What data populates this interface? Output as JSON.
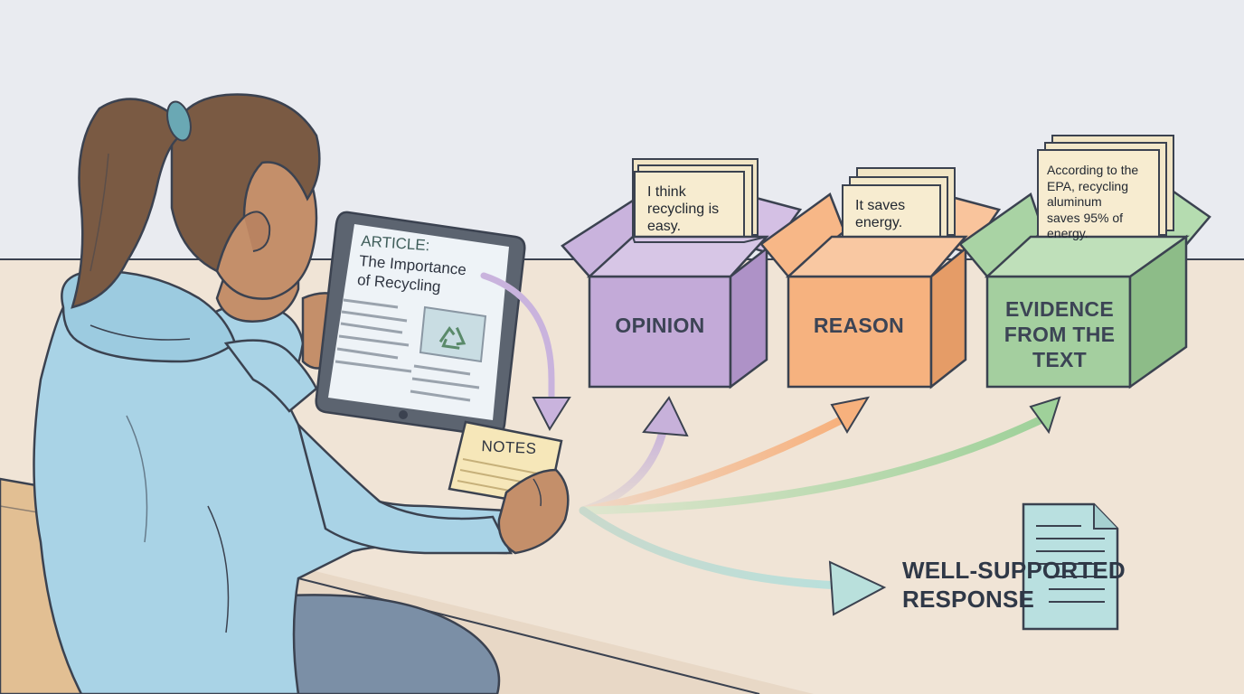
{
  "tablet": {
    "kicker": "ARTICLE:",
    "title_line_1": "The Importance",
    "title_line_2": "of Recycling",
    "image_icon": "recycle-icon"
  },
  "notes": {
    "label": "NOTES"
  },
  "boxes": [
    {
      "label_lines": [
        "OPINION"
      ],
      "card_lines": [
        "I think",
        "recycling is",
        "easy."
      ],
      "color": "#c9b3dd"
    },
    {
      "label_lines": [
        "REASON"
      ],
      "card_lines": [
        "It saves",
        "energy."
      ],
      "color": "#f7b787"
    },
    {
      "label_lines": [
        "EVIDENCE",
        "FROM THE",
        "TEXT"
      ],
      "card_lines": [
        "According to the",
        "EPA, recycling",
        "aluminum",
        "saves 95% of",
        "energy."
      ],
      "color": "#a9d3a4"
    }
  ],
  "response": {
    "label_lines": [
      "WELL-SUPPORTED",
      "RESPONSE"
    ],
    "icon": "document-icon"
  },
  "colors": {
    "wall": "#e9ebf0",
    "desk": "#f0e4d6",
    "hoodie": "#a9d3e6",
    "hair": "#7a5a43",
    "skin": "#c48f6a",
    "chair": "#e2bf93",
    "outline": "#3b4250"
  }
}
